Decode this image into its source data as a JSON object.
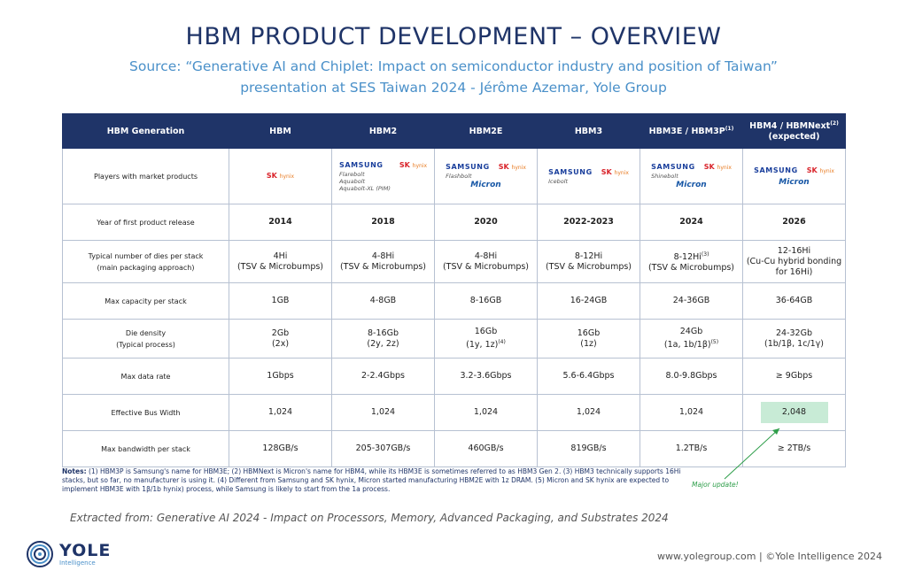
{
  "header": {
    "title": "HBM PRODUCT DEVELOPMENT – OVERVIEW",
    "source_line1": "Source: “Generative AI and Chiplet: Impact on semiconductor industry and position of Taiwan”",
    "source_line2": "presentation at SES Taiwan 2024 - Jérôme Azemar, Yole Group"
  },
  "table": {
    "headers": [
      "HBM Generation",
      "HBM",
      "HBM2",
      "HBM2E",
      "HBM3",
      "HBM3E / HBM3P",
      "HBM4 / HBMNext"
    ],
    "header_sup_hbm3e": "(1)",
    "header_sup_hbm4": "(2)",
    "header_hbm4_sub": "(expected)",
    "labels": {
      "players": "Players with market products",
      "year": "Year of first product release",
      "dies": "Typical number of dies per stack",
      "dies_sub": "(main packaging approach)",
      "capacity": "Max capacity per stack",
      "density": "Die density",
      "density_sub": "(Typical process)",
      "rate": "Max data rate",
      "bus": "Effective Bus Width",
      "bandwidth": "Max bandwidth per stack"
    },
    "logos": {
      "samsung": "SAMSUNG",
      "sk": "SK",
      "sk_small": "hynix",
      "micron": "Micron"
    },
    "players_notes": {
      "hbm2": [
        "Flarebolt",
        "Aquabolt",
        "Aquabolt-XL (PIM)"
      ],
      "hbm2e": "Flashbolt",
      "hbm3": "Icebolt",
      "hbm3e": "Shinebolt"
    },
    "years": [
      "2014",
      "2018",
      "2020",
      "2022-2023",
      "2024",
      "2026"
    ],
    "dies": [
      "4Hi",
      "4-8Hi",
      "4-8Hi",
      "8-12Hi",
      "8-12Hi",
      "12-16Hi"
    ],
    "dies_sup_hbm3e": "(3)",
    "dies_sub": [
      "(TSV & Microbumps)",
      "(TSV & Microbumps)",
      "(TSV & Microbumps)",
      "(TSV & Microbumps)",
      "(TSV & Microbumps)",
      "(Cu-Cu hybrid bonding for 16Hi)"
    ],
    "capacity": [
      "1GB",
      "4-8GB",
      "8-16GB",
      "16-24GB",
      "24-36GB",
      "36-64GB"
    ],
    "density": [
      "2Gb",
      "8-16Gb",
      "16Gb",
      "16Gb",
      "24Gb",
      "24-32Gb"
    ],
    "density_sub": [
      "(2x)",
      "(2y, 2z)",
      "(1y, 1z)",
      "(1z)",
      "(1a, 1b/1β)",
      "(1b/1β, 1c/1γ)"
    ],
    "density_sup_hbm2e": "(4)",
    "density_sup_hbm3e": "(5)",
    "rate": [
      "1Gbps",
      "2-2.4Gbps",
      "3.2-3.6Gbps",
      "5.6-6.4Gbps",
      "8.0-9.8Gbps",
      "≥ 9Gbps"
    ],
    "bus": [
      "1,024",
      "1,024",
      "1,024",
      "1,024",
      "1,024",
      "2,048"
    ],
    "bandwidth": [
      "128GB/s",
      "205-307GB/s",
      "460GB/s",
      "819GB/s",
      "1.2TB/s",
      "≥ 2TB/s"
    ]
  },
  "notes": {
    "label": "Notes:",
    "text": "(1) HBM3P is Samsung's name for HBM3E; (2) HBMNext is Micron's name for HBM4, while its HBM3E is sometimes referred to as HBM3 Gen 2. (3) HBM3 technically supports 16Hi stacks, but so far, no manufacturer is using it. (4) Different from Samsung and SK hynix, Micron started manufacturing HBM2E with 1z DRAM. (5) Micron and SK hynix are expected to implement HBM3E with 1β/1b hynix) process, while Samsung is likely to start from the 1a process."
  },
  "annotation": "Major update!",
  "extracted": "Extracted from:  Generative AI 2024 - Impact on Processors, Memory, Advanced Packaging, and Substrates 2024",
  "brand": {
    "name": "YOLE",
    "sub": "Intelligence"
  },
  "footer": "www.yolegroup.com | ©Yole Intelligence 2024",
  "colors": {
    "navy": "#1f3468",
    "accent": "#4a90c9",
    "highlight": "#c8ebd6",
    "green": "#2e9e4a"
  }
}
